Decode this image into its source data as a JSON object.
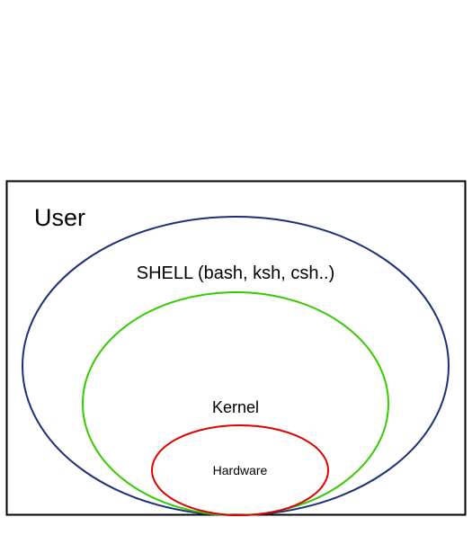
{
  "diagram": {
    "outer_label": "User",
    "shell_label": "SHELL (bash, ksh, csh..)",
    "kernel_label": "Kernel",
    "hardware_label": "Hardware"
  },
  "colors": {
    "frame": "#000000",
    "shell": "#1b2f7a",
    "kernel": "#33cc00",
    "hardware": "#e00000",
    "text": "#000000",
    "background": "#ffffff"
  }
}
